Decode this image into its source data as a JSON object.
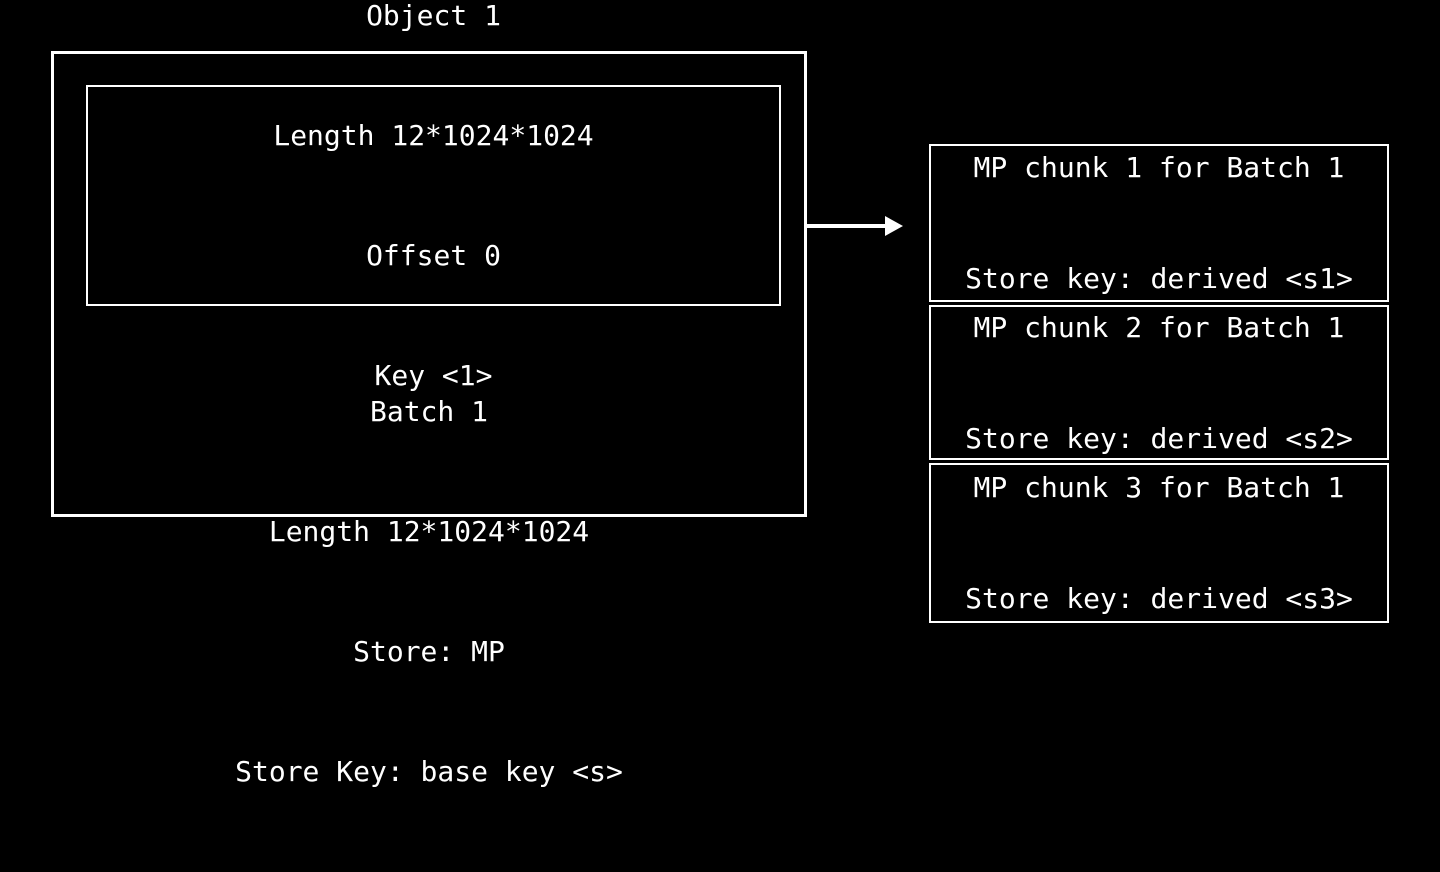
{
  "diagram": {
    "background_color": "#000000",
    "stroke_color": "#ffffff",
    "object_box": {
      "lines": [
        "Object 1",
        "Length 12*1024*1024",
        "Offset 0",
        "Key <1>"
      ]
    },
    "batch_block": {
      "lines": [
        "Batch 1",
        "Length 12*1024*1024",
        "Store: MP",
        "Store Key: base key <s>"
      ]
    },
    "arrow": {
      "name": "arrow-right",
      "direction": "right"
    },
    "chunks": [
      {
        "title": "MP chunk 1 for Batch 1",
        "store_key": "Store key: derived <s1>"
      },
      {
        "title": "MP chunk 2 for Batch 1",
        "store_key": "Store key: derived <s2>"
      },
      {
        "title": "MP chunk 3 for Batch 1",
        "store_key": "Store key: derived <s3>"
      }
    ]
  }
}
